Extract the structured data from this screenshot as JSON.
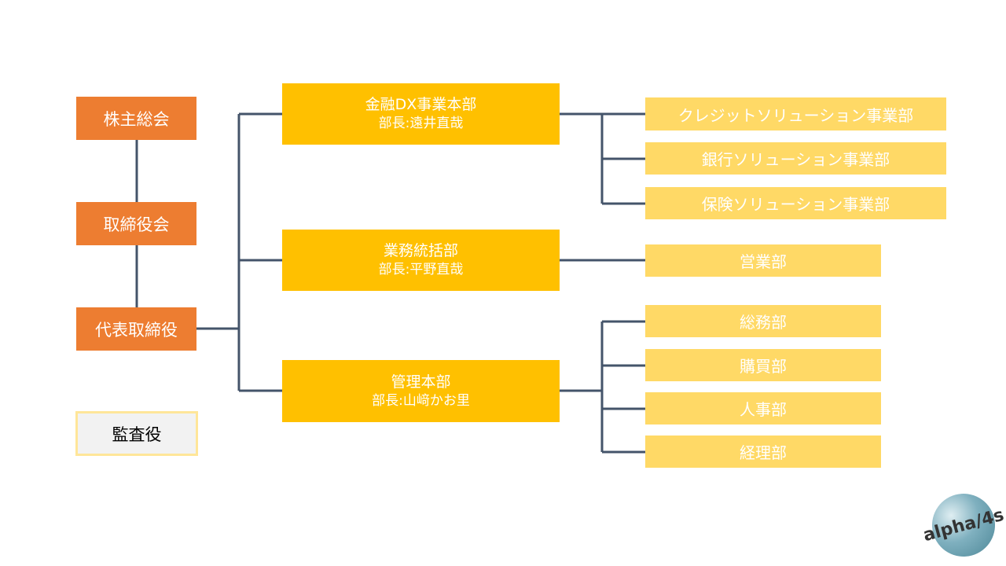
{
  "governance": {
    "shareholders": "株主総会",
    "board": "取締役会",
    "ceo": "代表取締役",
    "auditor": "監査役"
  },
  "divisions": [
    {
      "name": "金融DX事業本部",
      "head": "部長:遠井直哉",
      "departments": [
        "クレジットソリューション事業部",
        "銀行ソリューション事業部",
        "保険ソリューション事業部"
      ]
    },
    {
      "name": "業務統括部",
      "head": "部長:平野直哉",
      "departments": [
        "営業部"
      ]
    },
    {
      "name": "管理本部",
      "head": "部長:山﨑かお里",
      "departments": [
        "総務部",
        "購買部",
        "人事部",
        "経理部"
      ]
    }
  ],
  "logo_text": "alpha/4s",
  "colors": {
    "governance": "#ED7D31",
    "division": "#FFC000",
    "department": "#FFD966",
    "line": "#44546A"
  }
}
